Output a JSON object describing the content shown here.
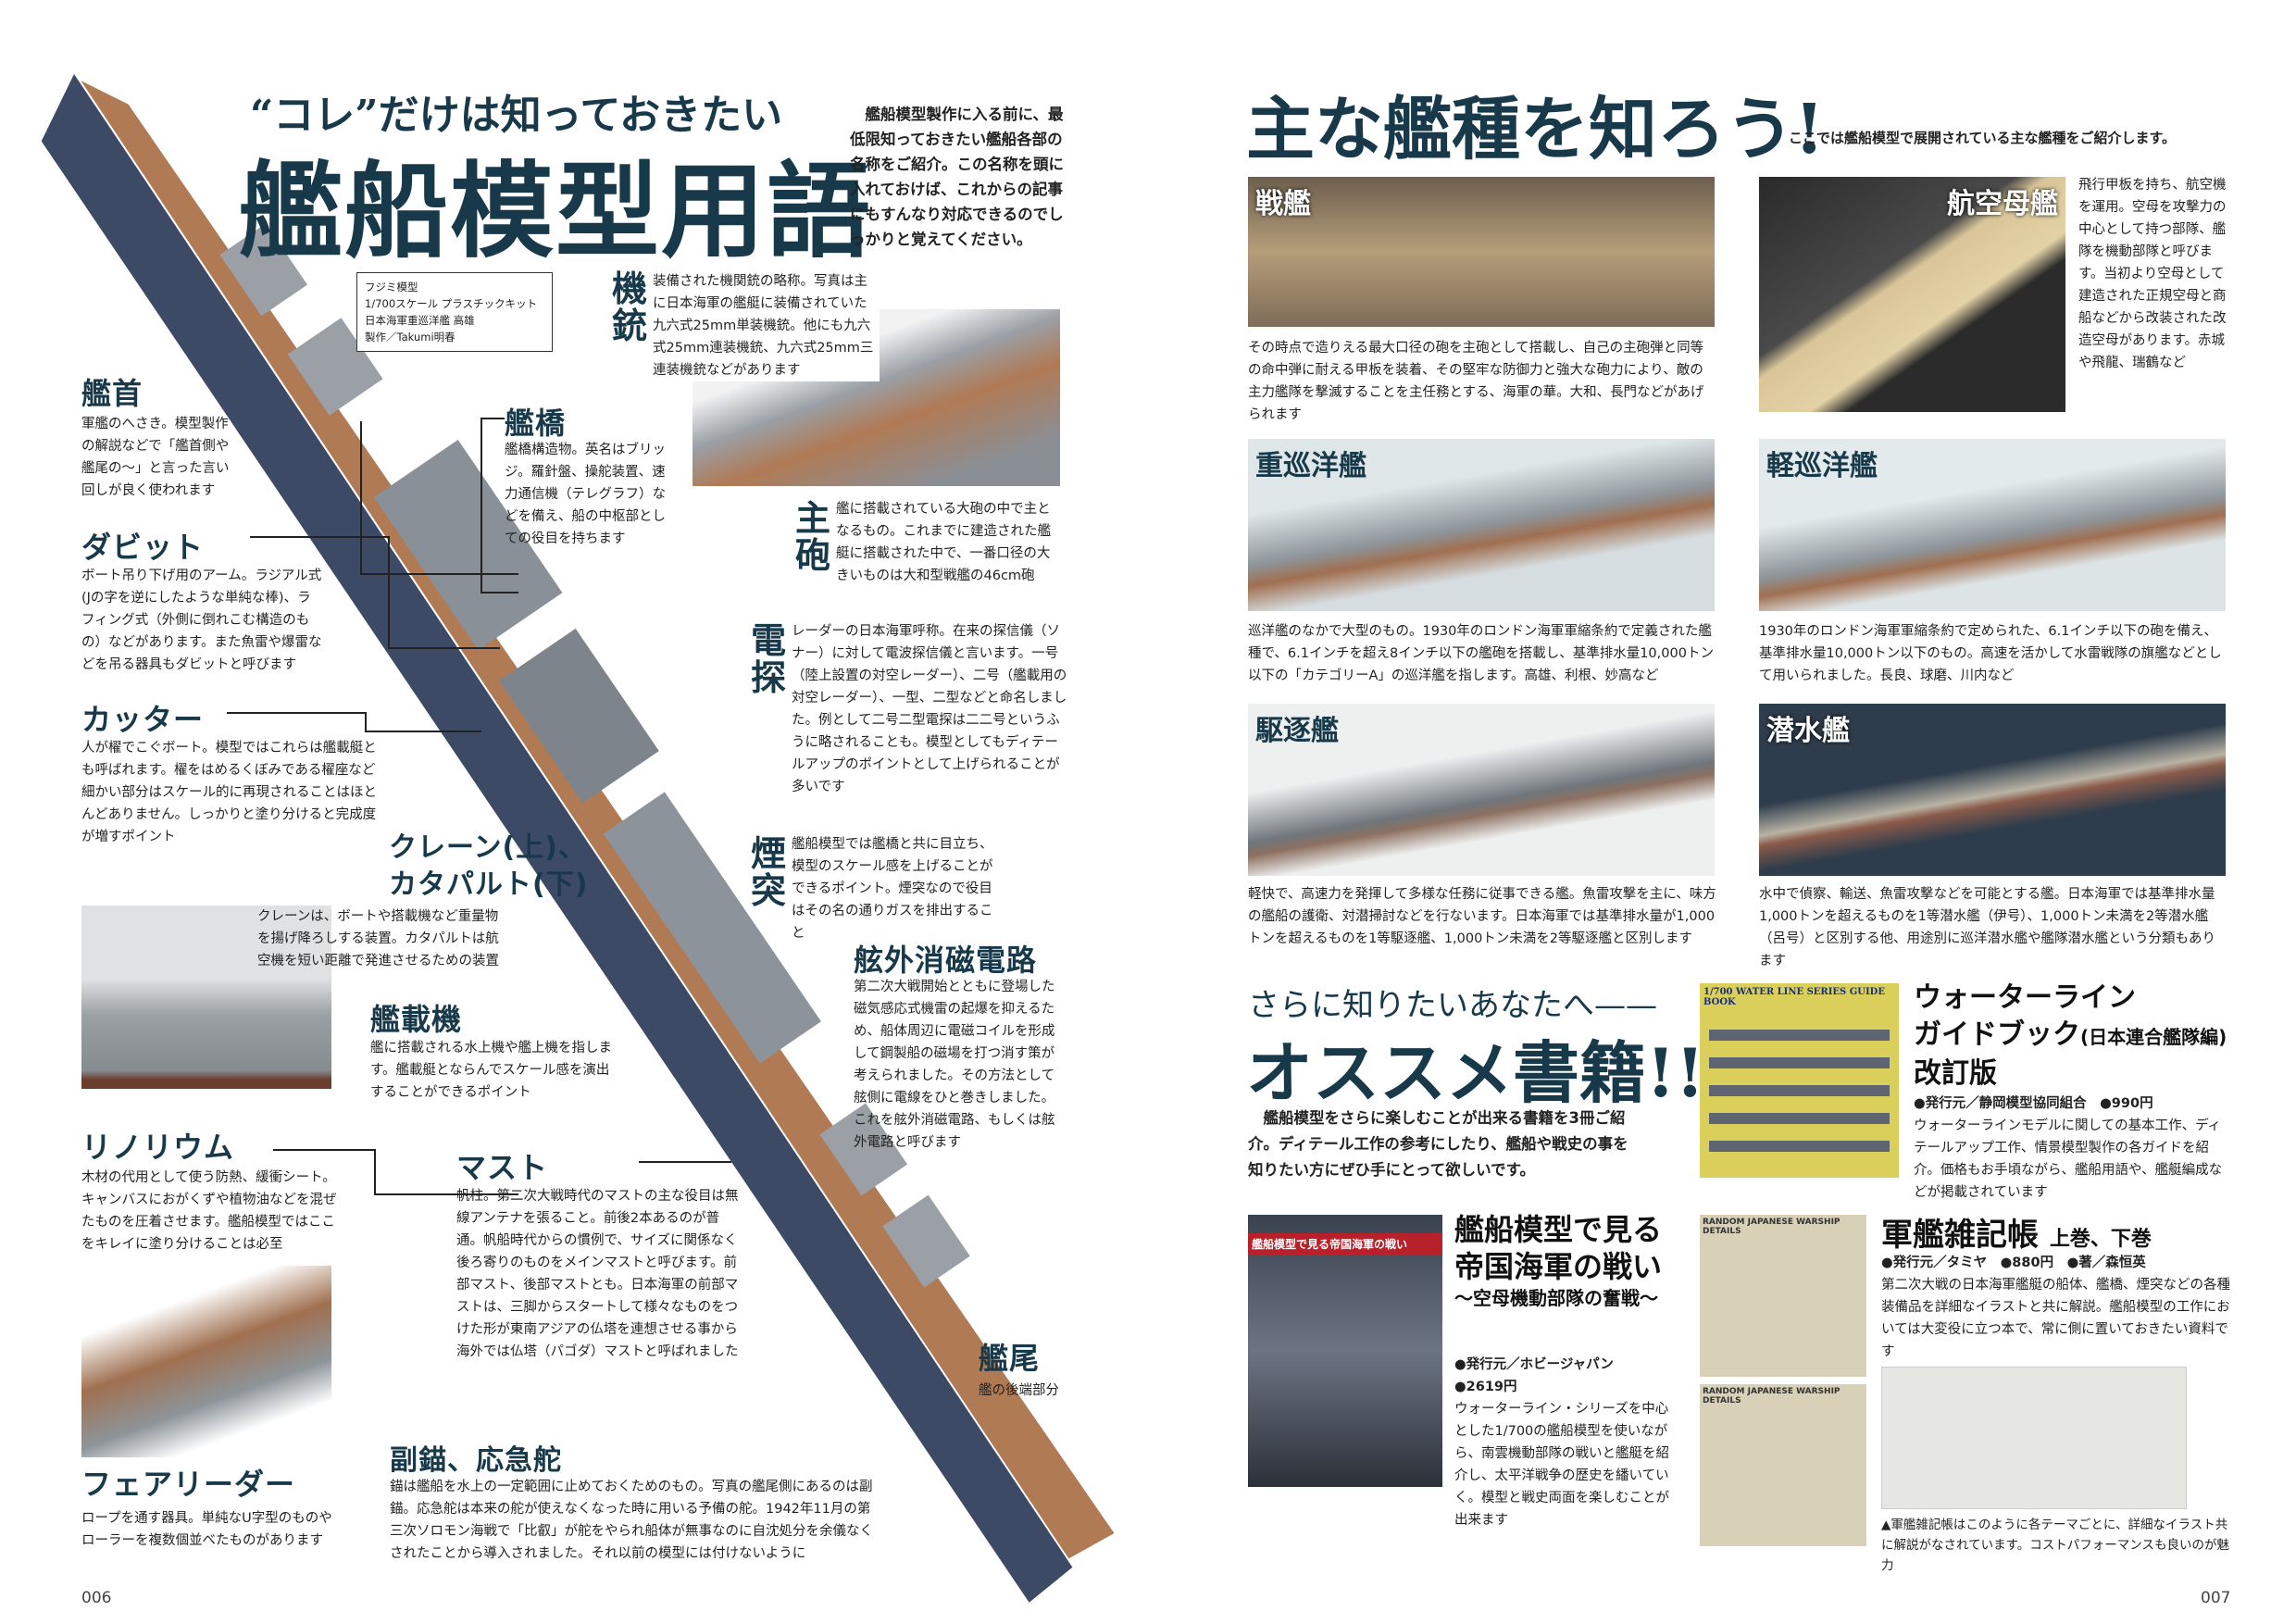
{
  "left": {
    "subtitle": "“コレ”だけは知っておきたい",
    "title": "艦船模型用語",
    "intro": "艦船模型製作に入る前に、最低限知っておきたい艦船各部の名称をご紹介。この名称を頭に入れておけば、これからの記事にもすんなり対応できるのでしっかりと覚えてください。",
    "kit_caption": [
      "フジミ模型",
      "1/700スケール プラスチックキット",
      "日本海軍重巡洋艦 高雄",
      "製作／Takumi明春"
    ],
    "terms": {
      "bow": {
        "h": "艦首",
        "b": "軍艦のへさき。模型製作の解説などで「艦首側や艦尾の〜」と言った言い回しが良く使われます"
      },
      "bridge": {
        "h": "艦橋",
        "b": "艦橋構造物。英名はブリッジ。羅針盤、操舵装置、速力通信機（テレグラフ）などを備え、船の中枢部としての役目を持ちます"
      },
      "mg": {
        "h": "機銃",
        "b": "装備された機関銃の略称。写真は主に日本海軍の艦艇に装備されていた九六式25mm単装機銃。他にも九六式25mm連装機銃、九六式25mm三連装機銃などがあります"
      },
      "main_gun": {
        "h": "主砲",
        "b": "艦に搭載されている大砲の中で主となるもの。これまでに建造された艦艇に搭載された中で、一番口径の大きいものは大和型戦艦の46cm砲"
      },
      "davit": {
        "h": "ダビット",
        "b": "ボート吊り下げ用のアーム。ラジアル式(Jの字を逆にしたような単純な棒)、ラフィング式（外側に倒れこむ構造のもの）などがあります。また魚雷や爆雷などを吊る器具もダビットと呼びます"
      },
      "radar": {
        "h": "電探",
        "b": "レーダーの日本海軍呼称。在来の探信儀（ソナー）に対して電波探信儀と言います。一号（陸上設置の対空レーダー）、二号（艦載用の対空レーダー）、一型、二型などと命名しました。例として二号二型電探は二二号というふうに略されることも。模型としてもディテールアップのポイントとして上げられることが多いです"
      },
      "cutter": {
        "h": "カッター",
        "b": "人が櫂でこぐボート。模型ではこれらは艦載艇とも呼ばれます。櫂をはめるくぼみである櫂座など細かい部分はスケール的に再現されることはほとんどありません。しっかりと塗り分けると完成度が増すポイント"
      },
      "funnel": {
        "h": "煙突",
        "b": "艦船模型では艦橋と共に目立ち、模型のスケール感を上げることができるポイント。煙突なので役目はその名の通りガスを排出すること"
      },
      "degauss": {
        "h": "舷外消磁電路",
        "b": "第二次大戦開始とともに登場した磁気感応式機雷の起爆を抑えるため、船体周辺に電磁コイルを形成して鋼製船の磁場を打つ消す策が考えられました。その方法として舷側に電線をひと巻きしました。これを舷外消磁電路、もしくは舷外電路と呼びます"
      },
      "crane": {
        "h": "クレーン(上)、カタパルト(下)",
        "b": "クレーンは、ボートや搭載機など重量物を揚げ降ろしする装置。カタパルトは航空機を短い距離で発進させるための装置"
      },
      "aircraft": {
        "h": "艦載機",
        "b": "艦に搭載される水上機や艦上機を指します。艦載艇とならんでスケール感を演出することができるポイント"
      },
      "linoleum": {
        "h": "リノリウム",
        "b": "木材の代用として使う防熱、緩衝シート。キャンバスにおがくずや植物油などを混ぜたものを圧着させます。艦船模型ではここをキレイに塗り分けることは必至"
      },
      "mast": {
        "h": "マスト",
        "b": "帆柱。第二次大戦時代のマストの主な役目は無線アンテナを張ること。前後2本あるのが普通。帆船時代からの慣例で、サイズに関係なく後ろ寄りのものをメインマストと呼びます。前部マスト、後部マストとも。日本海軍の前部マストは、三脚からスタートして様々なものをつけた形が東南アジアの仏塔を連想させる事から海外では仏塔（パゴダ）マストと呼ばれました"
      },
      "stern": {
        "h": "艦尾",
        "b": "艦の後端部分"
      },
      "anchor": {
        "h": "副錨、応急舵",
        "b": "錨は艦船を水上の一定範囲に止めておくためのもの。写真の艦尾側にあるのは副錨。応急舵は本来の舵が使えなくなった時に用いる予備の舵。1942年11月の第三次ソロモン海戦で「比叡」が舵をやられ船体が無事なのに自沈処分を余儀なくされたことから導入されました。それ以前の模型には付けないように"
      },
      "fairlead": {
        "h": "フェアリーダー",
        "b": "ロープを通す器具。単純なU字型のものやローラーを複数個並べたものがあります"
      }
    },
    "page": "006"
  },
  "right": {
    "title": "主な艦種を知ろう!",
    "note": "ここでは艦船模型で展開されている主な艦種をご紹介します。",
    "types": {
      "bb": {
        "h": "戦艦",
        "b": "その時点で造りえる最大口径の砲を主砲として搭載し、自己の主砲弾と同等の命中弾に耐える甲板を装着、その堅牢な防御力と強大な砲力により、敵の主力艦隊を撃滅することを主任務とする、海軍の華。大和、長門などがあげられます"
      },
      "cv": {
        "h": "航空母艦",
        "b": "飛行甲板を持ち、航空機を運用。空母を攻撃力の中心として持つ部隊、艦隊を機動部隊と呼びます。当初より空母として建造された正規空母と商船などから改装された改造空母があります。赤城や飛龍、瑞鶴など"
      },
      "ca": {
        "h": "重巡洋艦",
        "b": "巡洋艦のなかで大型のもの。1930年のロンドン海軍軍縮条約で定義された艦種で、6.1インチを超え8インチ以下の艦砲を搭載し、基準排水量10,000トン以下の「カテゴリーA」の巡洋艦を指します。高雄、利根、妙高など"
      },
      "cl": {
        "h": "軽巡洋艦",
        "b": "1930年のロンドン海軍軍縮条約で定められた、6.1インチ以下の砲を備え、基準排水量10,000トン以下のもの。高速を活かして水雷戦隊の旗艦などとして用いられました。長良、球磨、川内など"
      },
      "dd": {
        "h": "駆逐艦",
        "b": "軽快で、高速力を発揮して多様な任務に従事できる艦。魚雷攻撃を主に、味方の艦船の護衛、対潜掃討などを行ないます。日本海軍では基準排水量が1,000トンを超えるものを1等駆逐艦、1,000トン未満を2等駆逐艦と区別します"
      },
      "ss": {
        "h": "潜水艦",
        "b": "水中で偵察、輸送、魚雷攻撃などを可能とする艦。日本海軍では基準排水量1,000トンを超えるものを1等潜水艦（伊号）、1,000トン未満を2等潜水艦（呂号）と区別する他、用途別に巡洋潜水艦や艦隊潜水艦という分類もあります"
      }
    },
    "books_kicker": "さらに知りたいあなたへ——",
    "books_title": "オススメ書籍!!",
    "books_intro": "艦船模型をさらに楽しむことが出来る書籍を3冊ご紹介。ディテール工作の参考にしたり、艦船や戦史の事を知りたい方にぜひ手にとって欲しいです。",
    "book1": {
      "cover": "1/700 WATER LINE SERIES GUIDE BOOK",
      "t1": "ウォーターライン",
      "t2": "ガイドブック",
      "t2s": "(日本連合艦隊編)",
      "t3": "改訂版",
      "meta": "●発行元／静岡模型協同組合　●990円",
      "b": "ウォーターラインモデルに関しての基本工作、ディテールアップ工作、情景模型製作の各ガイドを紹介。価格もお手頃ながら、艦船用語や、艦艇編成などが掲載されています"
    },
    "book2": {
      "cover": "艦船模型で見る帝国海軍の戦い",
      "t1": "艦船模型で見る",
      "t2": "帝国海軍の戦い",
      "t3": "〜空母機動部隊の奮戦〜",
      "m1": "●発行元／ホビージャパン",
      "m2": "●2619円",
      "b": "ウォーターライン・シリーズを中心とした1/700の艦船模型を使いながら、南雲機動部隊の戦いと艦艇を紹介し、太平洋戦争の歴史を繙いていく。模型と戦史両面を楽しむことが出来ます"
    },
    "book3": {
      "cover": "RANDOM JAPANESE WARSHIP DETAILS",
      "t1": "軍艦雑記帳",
      "t2": "上巻、下巻",
      "meta": "●発行元／タミヤ　●880円　●著／森恒英",
      "b": "第二次大戦の日本海軍艦艇の船体、艦橋、煙突などの各種装備品を詳細なイラストと共に解説。艦船模型の工作においては大変役に立つ本で、常に側に置いておきたい資料です",
      "caption": "▲軍艦雑記帳はこのように各テーマごとに、詳細なイラスト共に解説がなされています。コストパフォーマンスも良いのが魅力"
    },
    "page": "007"
  },
  "colors": {
    "heading": "#17394a",
    "hull": "#3d4a66",
    "deck": "#b07a55"
  }
}
